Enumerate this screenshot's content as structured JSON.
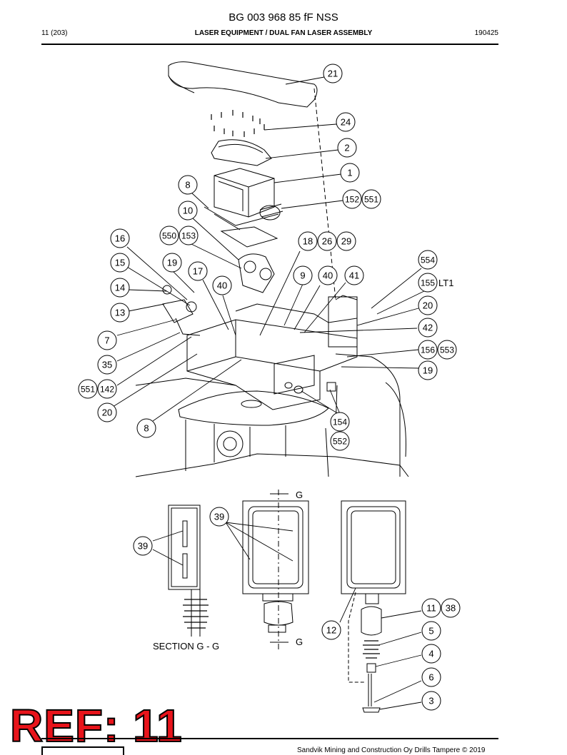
{
  "header": {
    "doc_number": "BG 003 968 85 fF NSS",
    "page": "11 (203)",
    "section_title": "LASER EQUIPMENT / DUAL FAN LASER ASSEMBLY",
    "doc_date": "190425"
  },
  "drawing": {
    "balloons": [
      "21",
      "24",
      "2",
      "1",
      "8",
      "152",
      "551",
      "10",
      "550",
      "153",
      "16",
      "18",
      "26",
      "29",
      "554",
      "15",
      "19",
      "17",
      "9",
      "40",
      "41",
      "155",
      "14",
      "40",
      "20",
      "13",
      "42",
      "7",
      "156",
      "553",
      "35",
      "19",
      "551",
      "142",
      "20",
      "8",
      "154",
      "552",
      "39",
      "39",
      "11",
      "38",
      "5",
      "12",
      "4",
      "6",
      "3"
    ],
    "side_labels": [
      "LT1"
    ],
    "section_marks": [
      "G",
      "G"
    ],
    "section_caption": "SECTION  G - G"
  },
  "stamp": {
    "text": "REF: 11"
  },
  "footer": {
    "text": "Sandvik Mining and Construction Oy Drills Tampere © 2019"
  }
}
